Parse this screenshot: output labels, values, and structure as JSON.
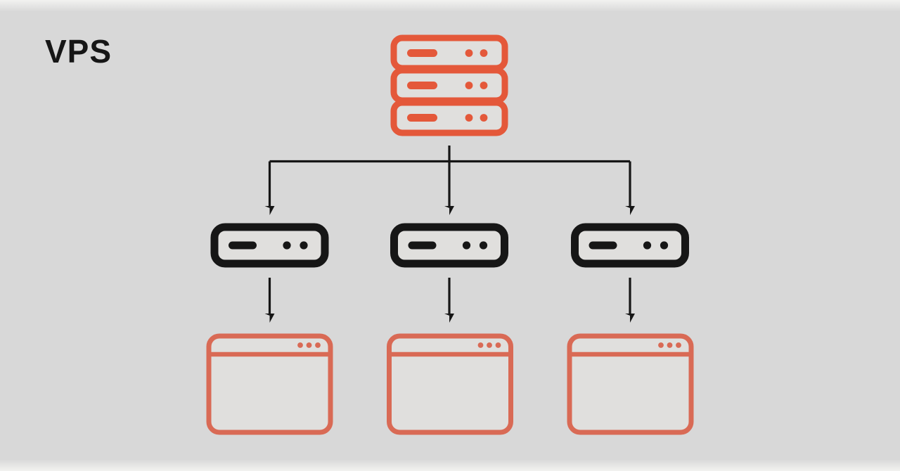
{
  "diagram": {
    "type": "tree",
    "title": "VPS",
    "nodes": [
      {
        "id": "host-server",
        "icon": "server-stack-icon",
        "row": "top",
        "color": "#e4583a"
      },
      {
        "id": "vps-instance-1",
        "icon": "server-icon",
        "row": "middle",
        "color": "#161616"
      },
      {
        "id": "vps-instance-2",
        "icon": "server-icon",
        "row": "middle",
        "color": "#161616"
      },
      {
        "id": "vps-instance-3",
        "icon": "server-icon",
        "row": "middle",
        "color": "#161616"
      },
      {
        "id": "website-1",
        "icon": "browser-window-icon",
        "row": "bottom",
        "color": "#d96a55"
      },
      {
        "id": "website-2",
        "icon": "browser-window-icon",
        "row": "bottom",
        "color": "#d96a55"
      },
      {
        "id": "website-3",
        "icon": "browser-window-icon",
        "row": "bottom",
        "color": "#d96a55"
      }
    ],
    "edges": [
      {
        "from": "host-server",
        "to": "vps-instance-1"
      },
      {
        "from": "host-server",
        "to": "vps-instance-2"
      },
      {
        "from": "host-server",
        "to": "vps-instance-3"
      },
      {
        "from": "vps-instance-1",
        "to": "website-1"
      },
      {
        "from": "vps-instance-2",
        "to": "website-2"
      },
      {
        "from": "vps-instance-3",
        "to": "website-3"
      }
    ]
  },
  "colors": {
    "background": "#d8d8d8",
    "edge_light": "#f2f2f0",
    "accent_orange": "#e4583a",
    "salmon": "#d96a55",
    "ink": "#161616",
    "icon_fill": "#e0dfdd"
  }
}
